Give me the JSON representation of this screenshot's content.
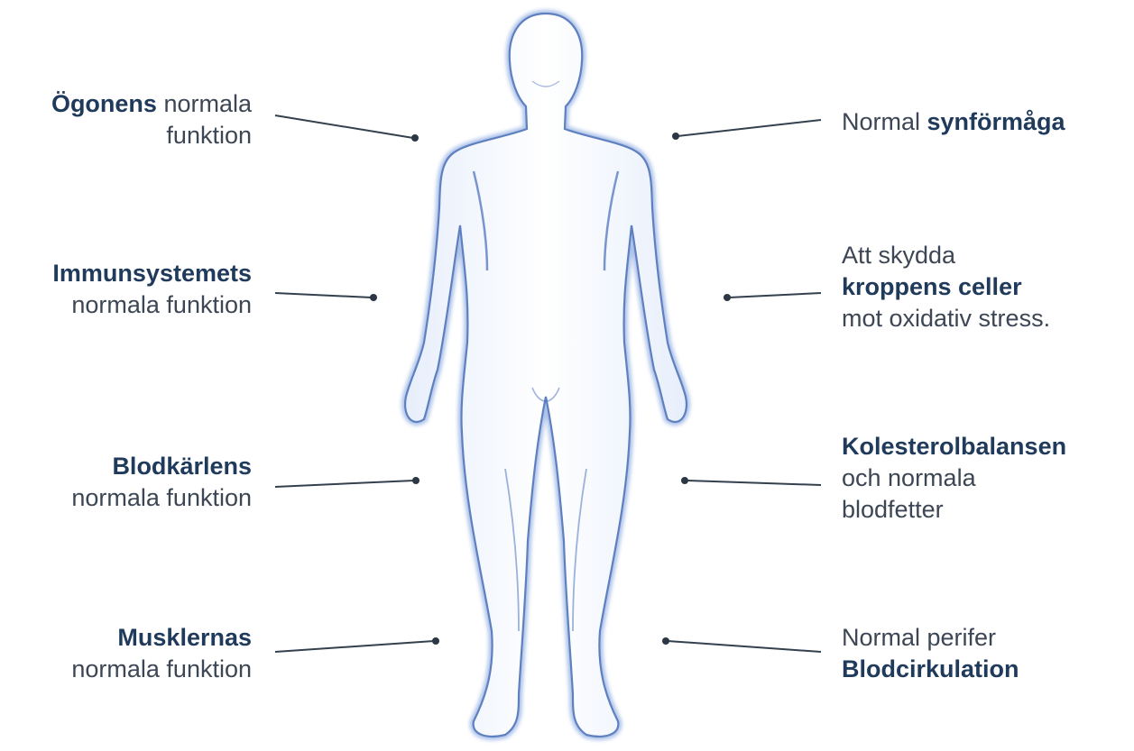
{
  "labels": {
    "left": [
      {
        "id": "eyes",
        "bold": "Ögonens",
        "rest": " normala",
        "line2": "funktion",
        "line3": ""
      },
      {
        "id": "immune",
        "bold": "Immunsystemets",
        "rest": "",
        "line2": "normala funktion",
        "line3": ""
      },
      {
        "id": "vessels",
        "bold": "Blodkärlens",
        "rest": "",
        "line2": "normala funktion",
        "line3": ""
      },
      {
        "id": "muscles",
        "bold": "Musklernas",
        "rest": "",
        "line2": "normala funktion",
        "line3": ""
      }
    ],
    "right": [
      {
        "id": "vision",
        "pre": "Normal ",
        "bold": "synförmåga",
        "line2": "",
        "line3": ""
      },
      {
        "id": "cells",
        "pre": "Att skydda",
        "bold": "kroppens celler",
        "line3": "mot oxidativ stress."
      },
      {
        "id": "cholesterol",
        "bold": "Kolesterolbalansen",
        "line2": "och normala",
        "line3": "blodfetter"
      },
      {
        "id": "circulation",
        "pre": "Normal perifer",
        "bold": "Blodcirkulation"
      }
    ]
  },
  "colors": {
    "body_outline": "#6f8fc7",
    "body_fill": "#f5f8fe",
    "text": "#3c4654",
    "bold_text": "#1f3a5a",
    "connector": "#33404e"
  },
  "icons": {
    "figure": "human-body-figure"
  }
}
